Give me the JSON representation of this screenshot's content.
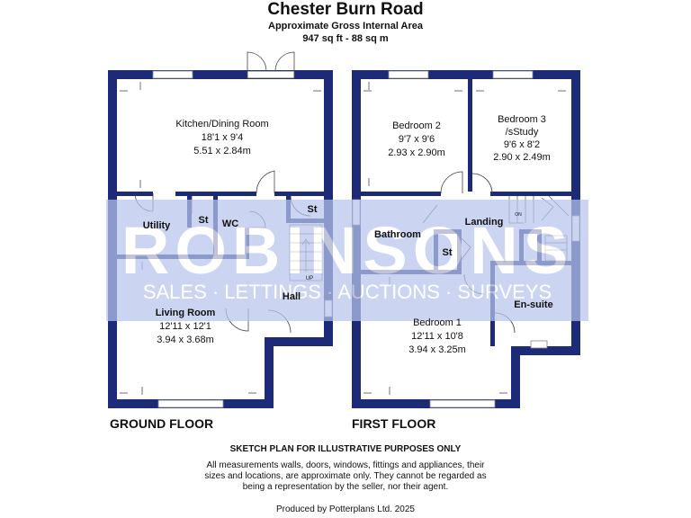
{
  "header": {
    "title": "Chester Burn Road",
    "subtitle": "Approximate Gross Internal Area",
    "area": "947 sq ft - 88 sq m"
  },
  "watermark": {
    "brand": "ROBINSONS",
    "tagline": "SALES · LETTINGS · AUCTIONS · SURVEYS"
  },
  "ground_floor": {
    "label": "GROUND FLOOR",
    "kitchen": {
      "name": "Kitchen/Dining Room",
      "imperial": "18'1 x 9'4",
      "metric": "5.51 x 2.84m"
    },
    "utility": "Utility",
    "store1": "St",
    "wc": "WC",
    "store2": "St",
    "hall": "Hall",
    "up": "UP",
    "living": {
      "name": "Living Room",
      "imperial": "12'11 x 12'1",
      "metric": "3.94 x 3.68m"
    }
  },
  "first_floor": {
    "label": "FIRST FLOOR",
    "bedroom2": {
      "name": "Bedroom 2",
      "imperial": "9'7 x 9'6",
      "metric": "2.93 x 2.90m"
    },
    "bedroom3": {
      "name": "Bedroom 3",
      "name2": "/sStudy",
      "imperial": "9'6 x 8'2",
      "metric": "2.90 x 2.49m"
    },
    "landing": "Landing",
    "bathroom": "Bathroom",
    "store": "St",
    "ensuite": "En-suite",
    "on": "ON",
    "bedroom1": {
      "name": "Bedroom 1",
      "imperial": "12'11 x 10'8",
      "metric": "3.94 x 3.25m"
    }
  },
  "footer": {
    "sketch": "SKETCH PLAN FOR ILLUSTRATIVE PURPOSES ONLY",
    "disclaimer": [
      "All measurements walls, doors, windows, fittings and appliances, their",
      "sizes and locations, are approximate only. They cannot be regarded as",
      "being a representation by the seller, nor their agent."
    ],
    "produced": "Produced by Potterplans Ltd. 2025"
  },
  "colors": {
    "wall": "#1c2a78",
    "watermark": "#b8c6ec"
  }
}
